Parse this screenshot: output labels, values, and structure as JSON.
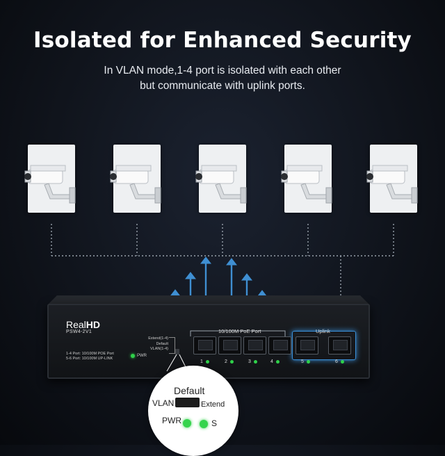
{
  "header": {
    "title": "Isolated for Enhanced Security",
    "subtitle_line1": "In VLAN mode,1-4 port is isolated with each other",
    "subtitle_line2": "but communicate with uplink ports."
  },
  "device": {
    "brand_prefix": "Real",
    "brand_suffix": "HD",
    "model": "PSW4-2V1",
    "spec_line1": "1-4 Port: 10/100M POE Port",
    "spec_line2": "5-6 Port: 10/100M UP-LINK",
    "pwr_label": "PWR",
    "mode_extend": "Extend(1-4)",
    "mode_default": "Default",
    "mode_vlan": "VLAN(1-4)",
    "poe_group_label": "10/100M PoE Port",
    "uplink_group_label": "Uplink",
    "ports": [
      "1",
      "2",
      "3",
      "4",
      "5",
      "6"
    ]
  },
  "zoom_callout": {
    "default_label": "Default",
    "vlan_label": "VLAN",
    "extend_label": "Extend",
    "pwr_label": "PWR",
    "s_label": "S"
  },
  "cameras": [
    "camera-1",
    "camera-2",
    "camera-3",
    "camera-4",
    "camera-5"
  ],
  "colors": {
    "arrow": "#3f8fd2",
    "dotted_line": "#9aa3ad",
    "led": "#2fd14a",
    "uplink_highlight": "#3a8fd8"
  }
}
